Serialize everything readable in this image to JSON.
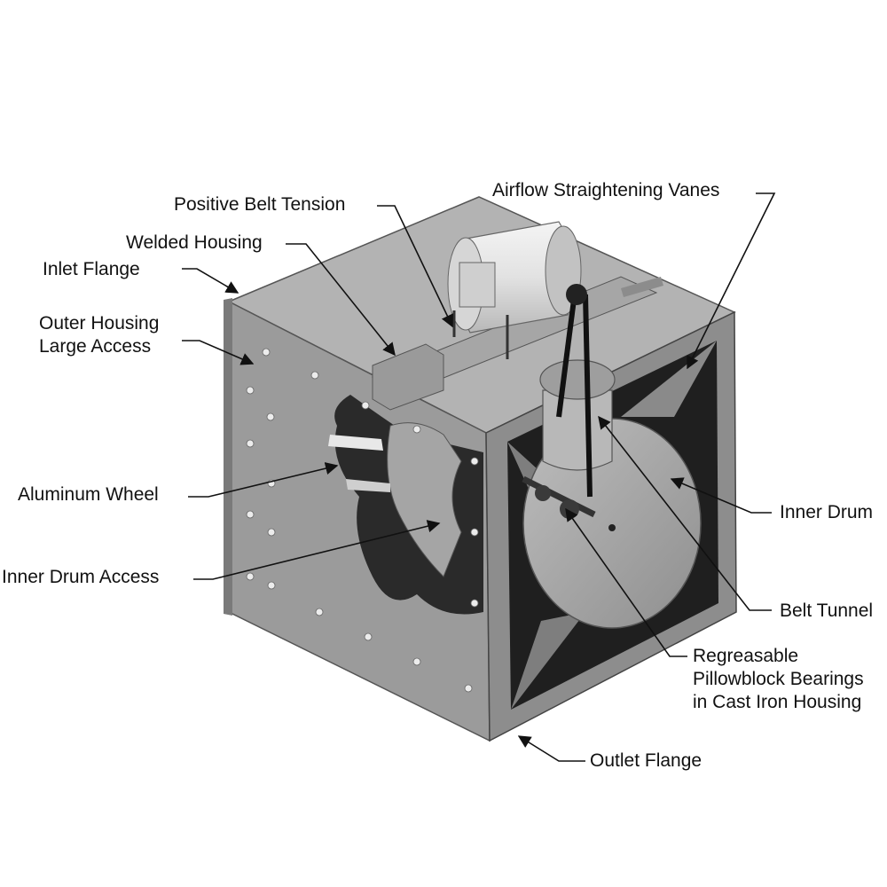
{
  "labels": {
    "positive_belt_tension": "Positive Belt Tension",
    "welded_housing": "Welded Housing",
    "inlet_flange": "Inlet Flange",
    "outer_housing_line1": "Outer Housing",
    "outer_housing_line2": "Large Access",
    "aluminum_wheel": "Aluminum Wheel",
    "inner_drum_access": "Inner Drum Access",
    "airflow_vanes": "Airflow Straightening Vanes",
    "inner_drum": "Inner Drum",
    "belt_tunnel": "Belt Tunnel",
    "bearings_line1": "Regreasable",
    "bearings_line2": "Pillowblock Bearings",
    "bearings_line3": "in Cast Iron Housing",
    "outlet_flange": "Outlet Flange"
  },
  "colors": {
    "housing_top": "#b3b3b3",
    "housing_side": "#9a9a9a",
    "flange_face": "#8e8e8e",
    "interior_dark": "#1e1e1e",
    "drum": "#a8a8a8",
    "motor": "#e6e6e6",
    "leader_line": "#111111"
  }
}
